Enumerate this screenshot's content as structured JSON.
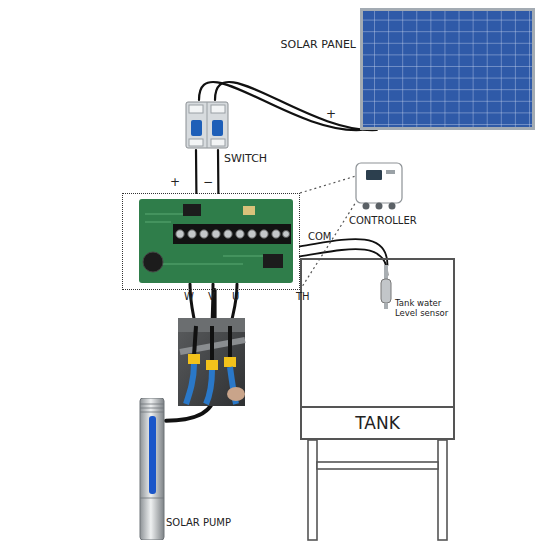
{
  "diagram": {
    "nodes": [
      {
        "text": [
          "SOLAR PANEL"
        ]
      },
      {
        "text": [
          "SWITCH"
        ]
      },
      {
        "text": [
          "CONTROLLER"
        ]
      },
      {
        "text": [
          "TANK"
        ]
      },
      {
        "text": [
          "Tank water Level sensor"
        ],
        "in": 3
      },
      {
        "text": [
          "SOLAR PUMP"
        ]
      }
    ],
    "edges": [
      {
        "from": 0,
        "to": 1,
        "arrow": "none"
      },
      {
        "from": 1,
        "to": 2,
        "arrow": "none"
      },
      {
        "from": 2,
        "to": 5,
        "arrow": "none"
      },
      {
        "from": 2,
        "to": 4,
        "arrow": "none"
      }
    ],
    "labels": [
      "+",
      "+",
      "−",
      "W",
      "V",
      "U",
      "COM",
      "TH"
    ]
  }
}
